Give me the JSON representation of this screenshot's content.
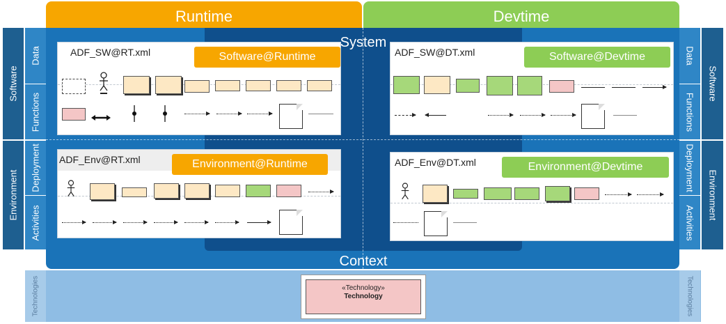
{
  "columns": {
    "runtime": "Runtime",
    "devtime": "Devtime"
  },
  "areas": {
    "system": "System",
    "context": "Context"
  },
  "sides": {
    "software": "Software",
    "environment": "Environment",
    "technologies": "Technologies",
    "data": "Data",
    "functions": "Functions",
    "deployment": "Deployment",
    "activities": "Activities"
  },
  "panels": {
    "sw_rt": {
      "file": "ADF_SW@RT.xml",
      "tag": "Software@Runtime"
    },
    "sw_dt": {
      "file": "ADF_SW@DT.xml",
      "tag": "Software@Devtime"
    },
    "env_rt": {
      "file": "ADF_Env@RT.xml",
      "tag": "Environment@Runtime"
    },
    "env_dt": {
      "file": "ADF_Env@DT.xml",
      "tag": "Environment@Devtime"
    }
  },
  "technology": {
    "stereotype": "«Technology»",
    "name": "Technology"
  },
  "colors": {
    "runtime": "#f7a600",
    "devtime": "#8dcd55",
    "context": "#1a73b8",
    "system": "#0f4f8c",
    "side_outer": "#1e5f90",
    "side_inner": "#2f86c6",
    "technologies_band": "#8fbde4"
  }
}
